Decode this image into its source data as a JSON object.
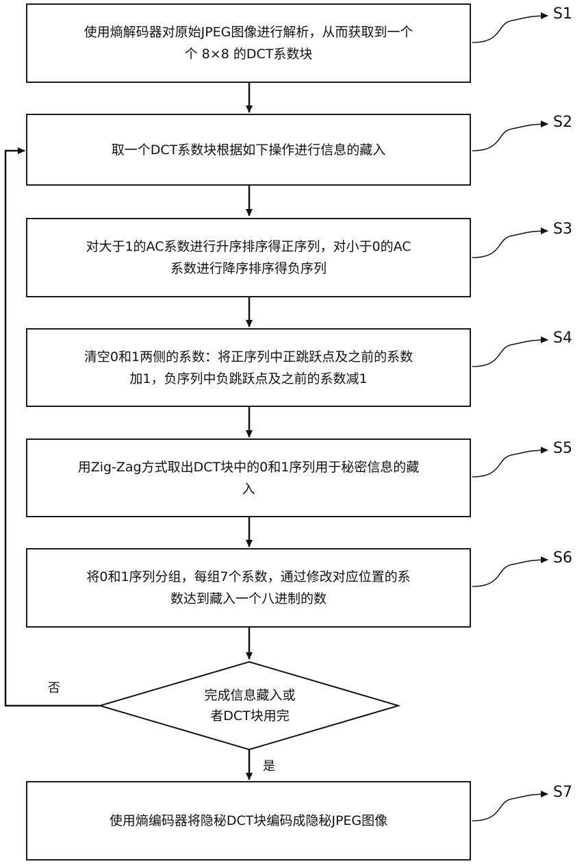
{
  "steps": [
    {
      "id": "S1",
      "text_lines": [
        "使用熵解码器对原始JPEG图像进行解析，从而获取到一个",
        "个 8×8 的DCT系数块"
      ]
    },
    {
      "id": "S2",
      "text_lines": [
        "取一个DCT系数块根据如下操作进行信息的藏入"
      ]
    },
    {
      "id": "S3",
      "text_lines": [
        "对大于1的AC系数进行升序排序得正序列，对小于0的AC",
        "系数进行降序排序得负序列"
      ]
    },
    {
      "id": "S4",
      "text_lines": [
        "清空0和1两侧的系数：将正序列中正跳跃点及之前的系数",
        "加1，负序列中负跳跃点及之前的系数减1"
      ]
    },
    {
      "id": "S5",
      "text_lines": [
        "用Zig-Zag方式取出DCT块中的0和1序列用于秘密信息的藏",
        "入"
      ]
    },
    {
      "id": "S6",
      "text_lines": [
        "将0和1序列分组，每组7个系数，通过修改对应位置的系",
        "数达到藏入一个八进制的数"
      ]
    },
    {
      "id": "S7",
      "text_lines": [
        "使用熵编码器将隐秘DCT块编码成隐秘JPEG图像"
      ]
    }
  ],
  "decision": {
    "text_lines": [
      "完成信息藏入或",
      "者DCT块用完"
    ],
    "no_label": "否",
    "yes_label": "是"
  }
}
